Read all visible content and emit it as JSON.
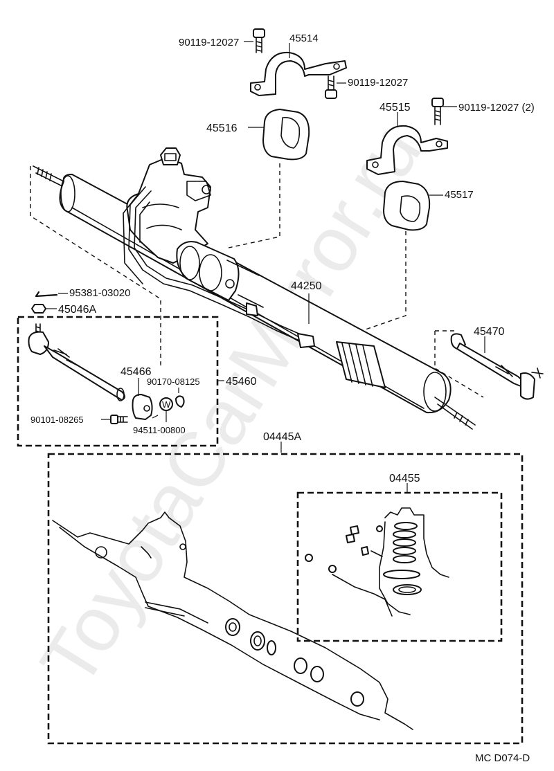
{
  "watermark": "ToyotaCarMirror.ru",
  "footer_code": "MC  D074-D",
  "labels": {
    "p_90119_top": "90119-12027",
    "p_45514": "45514",
    "p_90119_mid": "90119-12027",
    "p_45516": "45516",
    "p_45515": "45515",
    "p_90119_right": "90119-12027 (2)",
    "p_45517": "45517",
    "p_44250": "44250",
    "p_95381": "95381-03020",
    "p_45046A": "45046A",
    "p_45470": "45470",
    "p_45466": "45466",
    "p_90170": "90170-08125",
    "p_45460": "45460",
    "p_90101": "90101-08265",
    "p_94511": "94511-00800",
    "p_04445A": "04445A",
    "p_04455": "04455",
    "washer_mark": "W"
  },
  "colors": {
    "ink": "#111111",
    "paper": "#ffffff",
    "watermark": "#d4d4d4"
  }
}
